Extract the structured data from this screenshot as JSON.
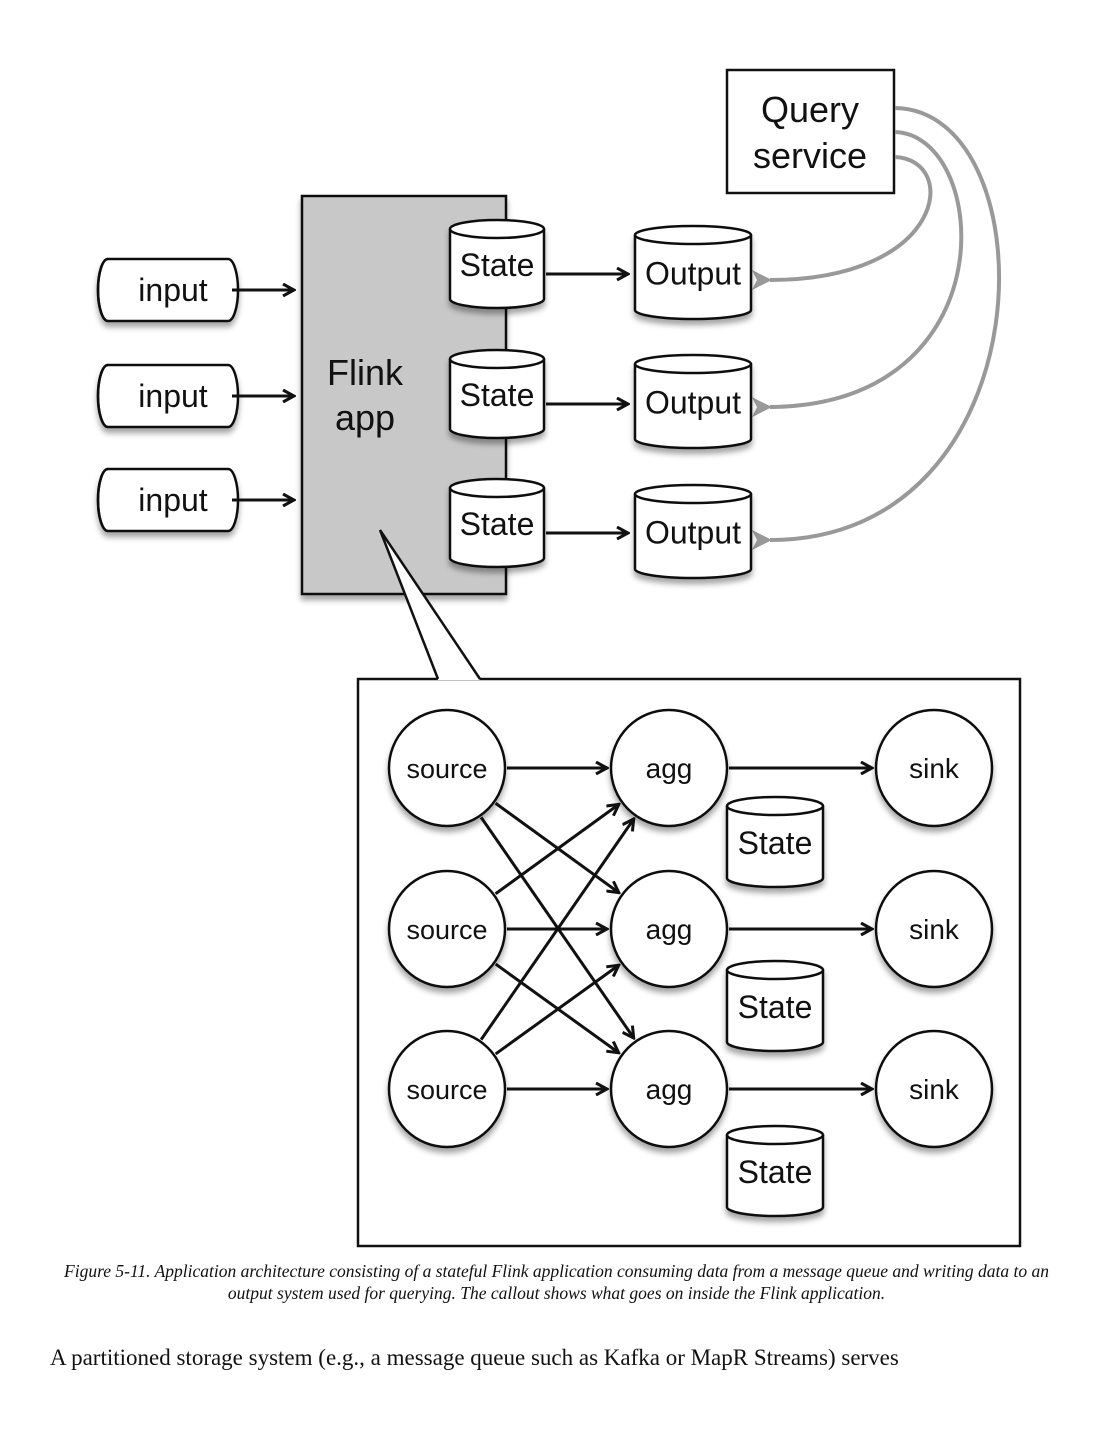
{
  "figure": {
    "inputs": [
      "input",
      "input",
      "input"
    ],
    "flink_app": {
      "line1": "Flink",
      "line2": "app"
    },
    "states_top": [
      "State",
      "State",
      "State"
    ],
    "outputs": [
      "Output",
      "Output",
      "Output"
    ],
    "query_service": {
      "line1": "Query",
      "line2": "service"
    },
    "callout": {
      "sources": [
        "source",
        "source",
        "source"
      ],
      "aggs": [
        "agg",
        "agg",
        "agg"
      ],
      "sinks": [
        "sink",
        "sink",
        "sink"
      ],
      "states": [
        "State",
        "State",
        "State"
      ],
      "edges": [
        [
          "source-0",
          "agg-0"
        ],
        [
          "source-0",
          "agg-1"
        ],
        [
          "source-0",
          "agg-2"
        ],
        [
          "source-1",
          "agg-0"
        ],
        [
          "source-1",
          "agg-1"
        ],
        [
          "source-1",
          "agg-2"
        ],
        [
          "source-2",
          "agg-0"
        ],
        [
          "source-2",
          "agg-1"
        ],
        [
          "source-2",
          "agg-2"
        ],
        [
          "agg-0",
          "sink-0"
        ],
        [
          "agg-1",
          "sink-1"
        ],
        [
          "agg-2",
          "sink-2"
        ]
      ]
    },
    "colors": {
      "flink_fill": "#c8c8c8",
      "query_arrow": "#999999",
      "stroke": "#111111"
    }
  },
  "caption": "Figure 5-11. Application architecture consisting of a stateful Flink application consuming data from a message queue and writing data to an output system used for querying. The callout shows what goes on inside the Flink application.",
  "body_text": "A partitioned storage system (e.g., a message queue such as Kafka or MapR Streams) serves"
}
